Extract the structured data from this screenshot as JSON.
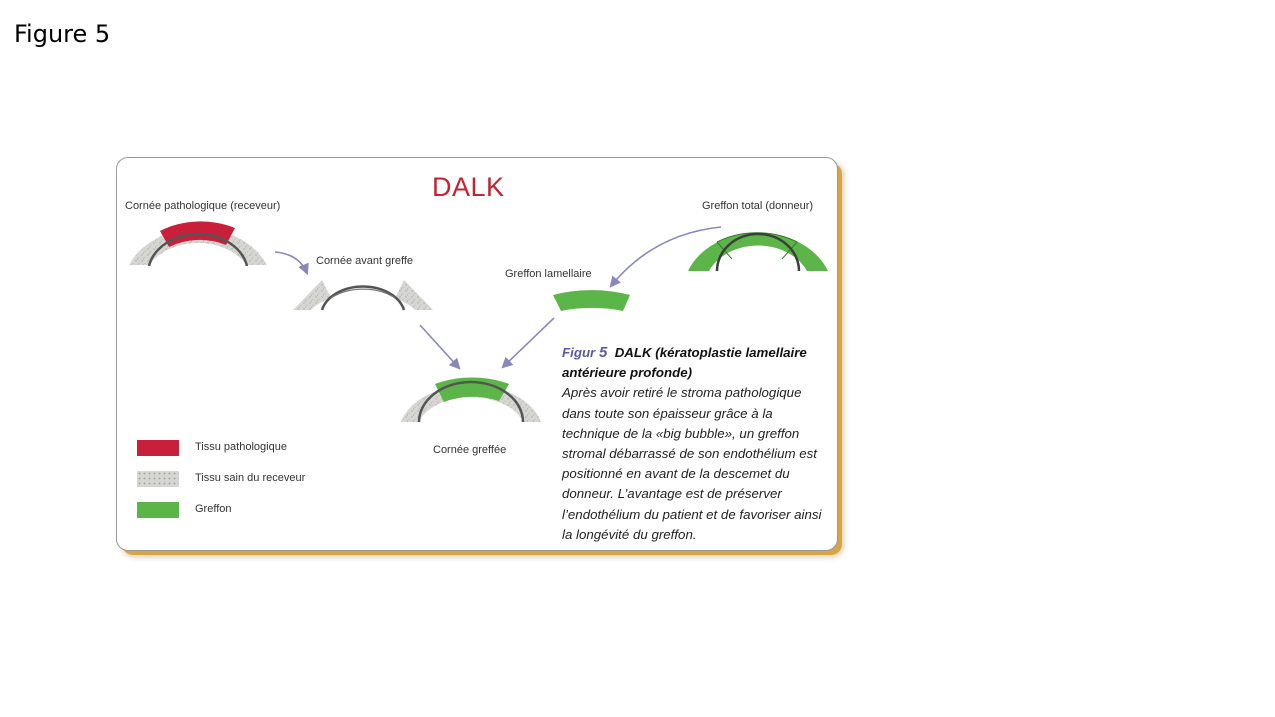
{
  "slide": {
    "title": "Figure  5"
  },
  "figure": {
    "title": "DALK",
    "labels": {
      "pathological_cornea": "Cornée pathologique (receveur)",
      "cornea_before_graft": "Cornée avant greffe",
      "total_graft": "Greffon total (donneur)",
      "lamellar_graft": "Greffon lamellaire",
      "grafted_cornea": "Cornée greffée"
    },
    "legend": [
      {
        "label": "Tissu pathologique",
        "color": "#c8203a"
      },
      {
        "label": "Tissu sain du receveur",
        "color": "#d6d6d2"
      },
      {
        "label": "Greffon",
        "color": "#5cb548"
      }
    ],
    "caption": {
      "figure_label": "Figur",
      "figure_number": "5",
      "heading": "DALK (kératoplastie lamellaire antérieure profonde)",
      "body": "Après avoir retiré le stroma pathologique dans toute son épaisseur grâce à la technique de la «big bubble», un greffon stromal débarrassé de son endothélium est positionné en avant de la descemet du donneur. L’avantage est de préserver l’endothélium du patient et de favoriser ainsi la longévité du greffon."
    }
  },
  "colors": {
    "pathological": "#c8203a",
    "healthy": "#d6d6d2",
    "graft": "#5cb548",
    "arrow": "#8888bb",
    "border_shadow": "#d8a544"
  }
}
